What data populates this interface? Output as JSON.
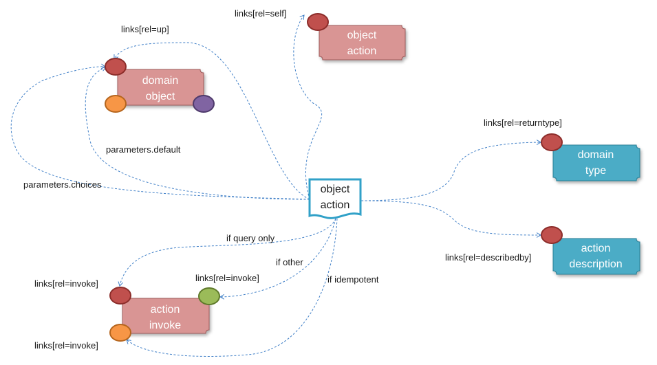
{
  "colors": {
    "pink_box": "#d99594",
    "pink_box_border": "#9d5a5a",
    "blue_box": "#4bacc6",
    "blue_box_border": "#2b7f95",
    "red_dot": "#c0504d",
    "red_dot_border": "#8c2d2a",
    "orange_dot": "#f79646",
    "orange_dot_border": "#b5651d",
    "purple_dot": "#8064a2",
    "purple_dot_border": "#4e3a6b",
    "green_dot": "#9bbb59",
    "green_dot_border": "#5f7a2b",
    "doc_border": "#31a1c8",
    "connector": "#3f7fc7"
  },
  "nodes": {
    "object_action_center": {
      "line1": "object",
      "line2": "action"
    },
    "domain_object": {
      "line1": "domain",
      "line2": "object"
    },
    "object_action_top": {
      "line1": "object",
      "line2": "action"
    },
    "domain_type": {
      "line1": "domain",
      "line2": "type"
    },
    "action_description": {
      "line1": "action",
      "line2": "description"
    },
    "action_invoke": {
      "line1": "action",
      "line2": "invoke"
    }
  },
  "labels": {
    "links_up": "links[rel=up]",
    "links_self": "links[rel=self]",
    "links_returntype": "links[rel=returntype]",
    "links_describedby": "links[rel=describedby]",
    "parameters_default": "parameters.default",
    "parameters_choices": "parameters.choices",
    "if_query_only": "if query only",
    "if_other": "if other",
    "if_idempotent": "if idempotent",
    "links_invoke_red": "links[rel=invoke]",
    "links_invoke_green": "links[rel=invoke]",
    "links_invoke_orange": "links[rel=invoke]"
  }
}
